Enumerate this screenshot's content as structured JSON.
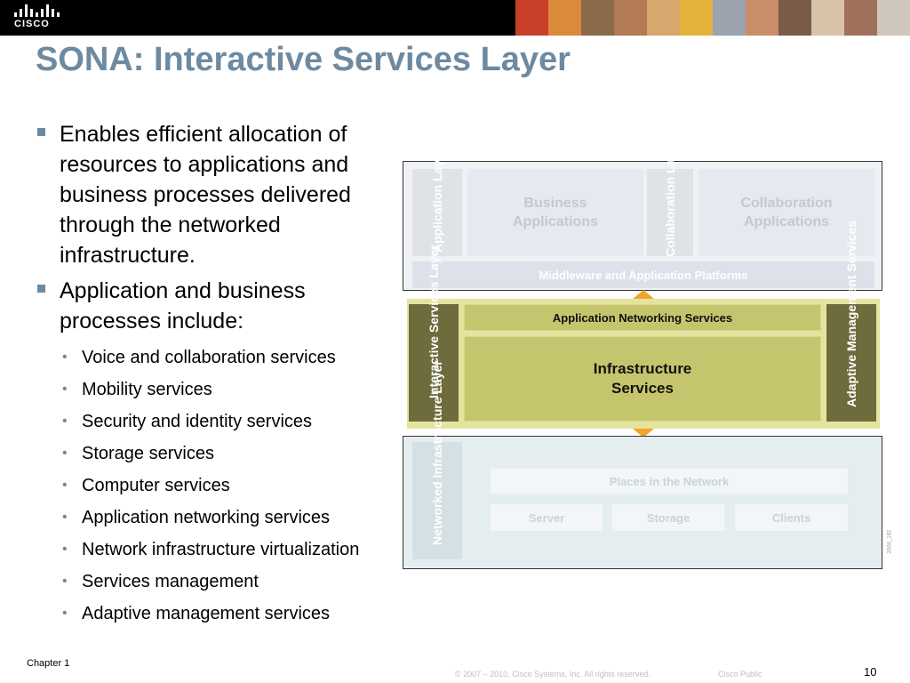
{
  "header": {
    "logo_text": "CISCO",
    "photo_colors": [
      "#c8402a",
      "#d98a3a",
      "#8a6a4a",
      "#b37a56",
      "#d6a86e",
      "#e2b23a",
      "#9aa3ae",
      "#c88e6a",
      "#7a5a48",
      "#d8c3a8",
      "#a07058",
      "#cfc6bd"
    ]
  },
  "slide": {
    "title": "SONA: Interactive Services Layer",
    "bullets": [
      "Enables efficient allocation of resources to applications and business processes delivered through the networked infrastructure.",
      "Application and business processes include:"
    ],
    "sub_bullets": [
      "Voice and collaboration services",
      "Mobility services",
      "Security and identity services",
      "Storage services",
      "Computer services",
      "Application networking services",
      "Network infrastructure virtualization",
      "Services management",
      "Adaptive management services"
    ]
  },
  "diagram": {
    "application_layer": "Application Layer",
    "business_applications": "Business Applications",
    "collaboration_layer": "Collaboration Layer",
    "collaboration_applications": "Collaboration Applications",
    "middleware": "Middleware and Application Platforms",
    "interactive_services_layer": "Interactive Services Layer",
    "application_networking_services": "Application Networking Services",
    "infrastructure_services": "Infrastructure Services",
    "adaptive_management_services": "Adaptive Management Services",
    "networked_infrastructure_layer": "Networked Infrastructure Layer",
    "places_in_network": "Places in the Network",
    "server": "Server",
    "storage": "Storage",
    "clients": "Clients",
    "figure_id": "2004_182"
  },
  "footer": {
    "chapter": "Chapter 1",
    "copyright": "© 2007 – 2010, Cisco Systems, Inc. All rights reserved.",
    "classification": "Cisco Public",
    "page": "10"
  },
  "colors": {
    "title": "#6d8aa0",
    "isl_frame": "#e4e49f",
    "isl_box": "#c5c56d",
    "isl_dark": "#6e6b3d",
    "arrow": "#f2a52a"
  }
}
